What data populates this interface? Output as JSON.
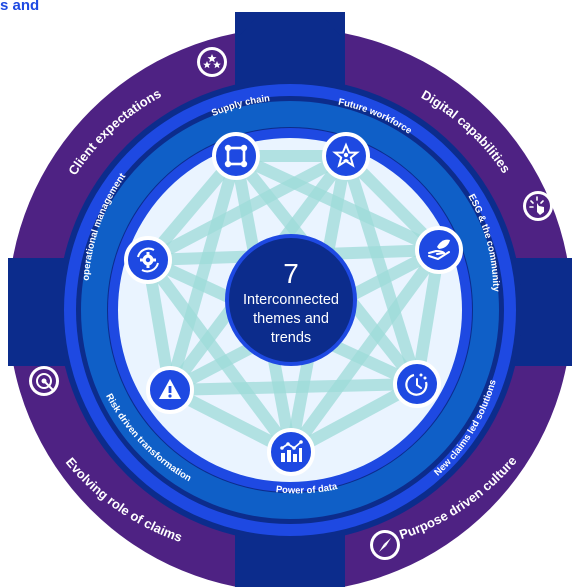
{
  "header": {
    "title": "s and"
  },
  "center": {
    "number": "7",
    "line1": "Interconnected",
    "line2": "themes and",
    "line3": "trends"
  },
  "outer_ring": {
    "client_expectations": "Client expectations",
    "digital_capabilities": "Digital capabilities",
    "evolving_role_of_claims": "Evolving role of claims",
    "purpose_driven_culture": "Purpose driven culture"
  },
  "inner_ring": {
    "supply_chain": "Supply chain",
    "future_workforce": "Future workforce",
    "esg_community": "ESG & the community",
    "new_claims_led_solutions": "New claims led solutions",
    "power_of_data": "Power of data",
    "risk_driven_transformation": "Risk driven transformation",
    "operational_management": "operational management"
  },
  "icons": {
    "outer": [
      "stars-icon",
      "touch-icon",
      "target-icon",
      "compass-icon"
    ],
    "nodes": [
      "network-icon",
      "star-person-icon",
      "hand-leaf-icon",
      "clock-check-icon",
      "chart-icon",
      "warning-icon",
      "gear-cycle-icon"
    ]
  },
  "colors": {
    "purple": "#4e2283",
    "dark_blue": "#0c2c8c",
    "mid_blue": "#1e49e2",
    "ring_blue": "#0f5fc7",
    "teal": "#9edbd8",
    "node_blue": "#1e49e2"
  }
}
